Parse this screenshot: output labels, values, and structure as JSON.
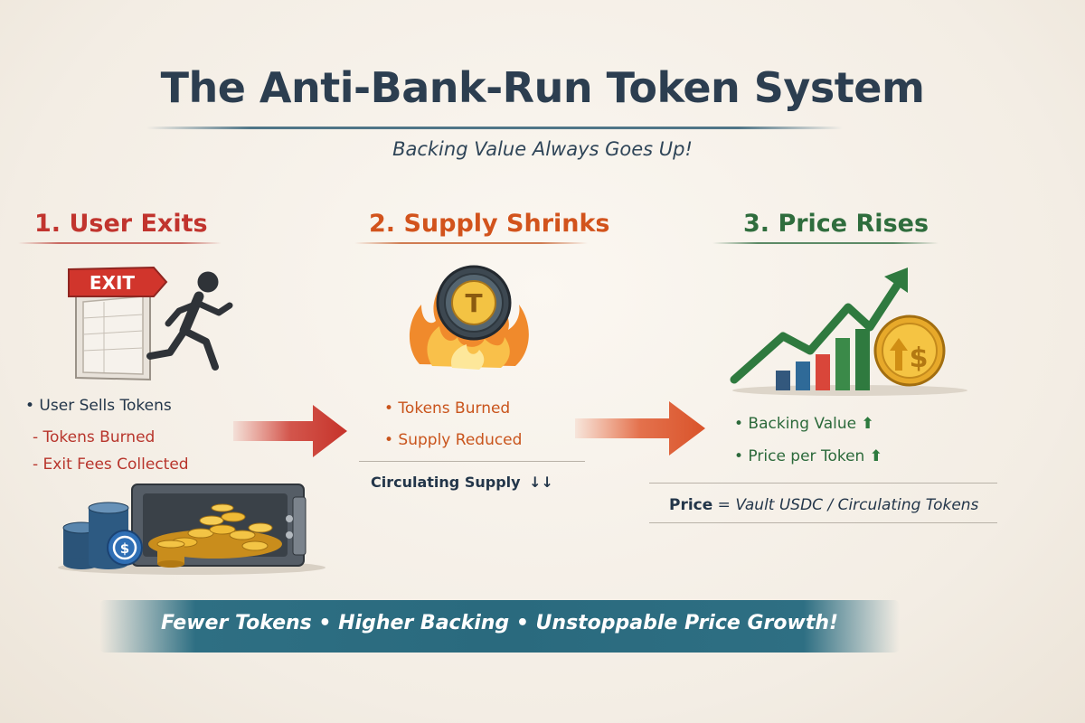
{
  "title": "The Anti-Bank-Run Token System",
  "subtitle": "Backing Value Always Goes Up!",
  "steps": [
    {
      "heading": "1. User Exits",
      "sign_text": "EXIT",
      "bullet": "• User Sells Tokens",
      "subitems": [
        "- Tokens Burned",
        "- Exit Fees Collected"
      ],
      "coin_symbol": "$",
      "color": "#c1342e"
    },
    {
      "heading": "2. Supply Shrinks",
      "token_symbol": "T",
      "bullets": [
        "• Tokens Burned",
        "• Supply Reduced"
      ],
      "supply_label": "Circulating Supply",
      "supply_arrows": "↓↓",
      "color": "#d2531c"
    },
    {
      "heading": "3. Price Rises",
      "coin_symbol": "$",
      "bullets": [
        "• Backing Value",
        "• Price per Token"
      ],
      "up_arrow": "⬆",
      "formula_bold": "Price",
      "formula_rest": " = Vault USDC / Circulating Tokens",
      "color": "#2f6d3d"
    }
  ],
  "banner": "Fewer Tokens • Higher Backing • Unstoppable Price Growth!"
}
